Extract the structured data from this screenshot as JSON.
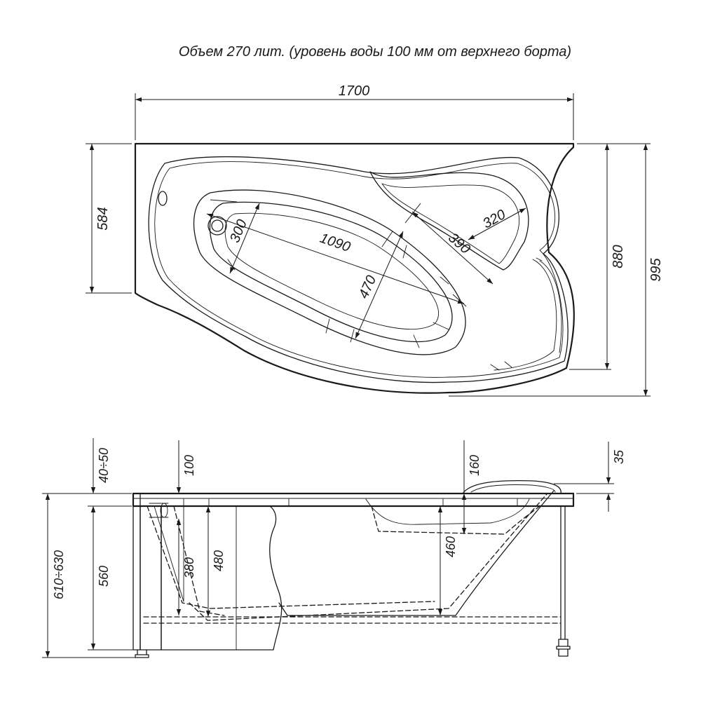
{
  "title": "Объем 270 лит. (уровень воды 100 мм от верхнего борта)",
  "top_view": {
    "overall_length": "1700",
    "depth_left": "584",
    "depth_middle": "880",
    "depth_total": "995",
    "basin_length": "1090",
    "basin_width": "470",
    "drain_zone": "300",
    "seat_length": "390",
    "seat_width": "320"
  },
  "side_view": {
    "rim_height_range": "40÷50",
    "water_level_offset": "100",
    "seat_depth": "160",
    "headrest_height": "35",
    "total_height_range": "610÷630",
    "body_height": "560",
    "overflow_height": "380",
    "inner_depth": "480",
    "seat_level_height": "460"
  }
}
